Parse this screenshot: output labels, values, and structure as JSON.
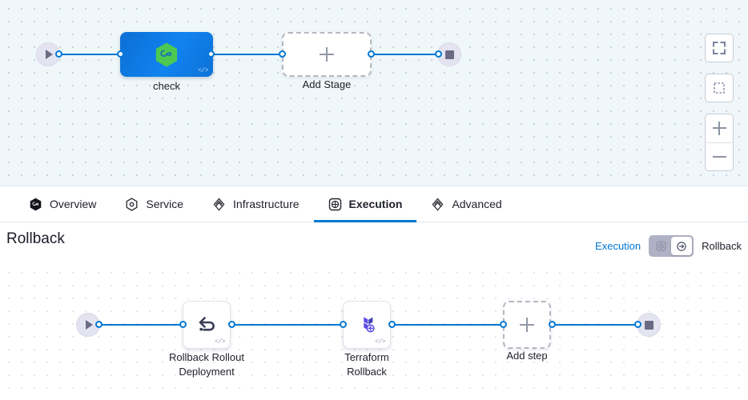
{
  "stage_canvas": {
    "start_node": {
      "icon": "play-icon"
    },
    "end_node": {
      "icon": "stop-icon"
    },
    "stage": {
      "label": "check",
      "icon": "harness-hexagon-icon",
      "badge": "</>"
    },
    "add_stage": {
      "label": "Add Stage",
      "icon": "plus-icon"
    },
    "controls": {
      "fit_label": "fit-screen-icon",
      "select_label": "zoom-to-selection-icon",
      "zoom_in_label": "zoom-in-icon",
      "zoom_out_label": "zoom-out-icon"
    }
  },
  "tabs": [
    {
      "label": "Overview",
      "icon": "harness-hexagon-filled-icon",
      "active": false
    },
    {
      "label": "Service",
      "icon": "service-hexagon-icon",
      "active": false
    },
    {
      "label": "Infrastructure",
      "icon": "infrastructure-layers-icon",
      "active": false
    },
    {
      "label": "Execution",
      "icon": "execution-icon",
      "active": true
    },
    {
      "label": "Advanced",
      "icon": "advanced-layers-icon",
      "active": false
    }
  ],
  "rollback_header": {
    "title": "Rollback",
    "toggle_left_label": "Execution",
    "toggle_right_label": "Rollback",
    "left_icon": "execution-icon",
    "right_icon": "rollback-arrow-icon",
    "selected": "Rollback"
  },
  "rollback_canvas": {
    "start_node": {
      "icon": "play-icon"
    },
    "end_node": {
      "icon": "stop-icon"
    },
    "steps": [
      {
        "label_line1": "Rollback Rollout",
        "label_line2": "Deployment",
        "icon": "rollback-undo-icon",
        "badge": "</>"
      },
      {
        "label_line1": "Terraform",
        "label_line2": "Rollback",
        "icon": "terraform-icon",
        "badge": "</>"
      }
    ],
    "add_step": {
      "label": "Add step",
      "icon": "plus-icon"
    }
  },
  "colors": {
    "accent": "#0278d5",
    "stage_blue": "#1183f0",
    "harness_green": "#4dc952",
    "terraform_purple": "#5c4ee5",
    "canvas_top_bg": "#eff7fa",
    "terminal_bg": "#e4e4f0"
  }
}
